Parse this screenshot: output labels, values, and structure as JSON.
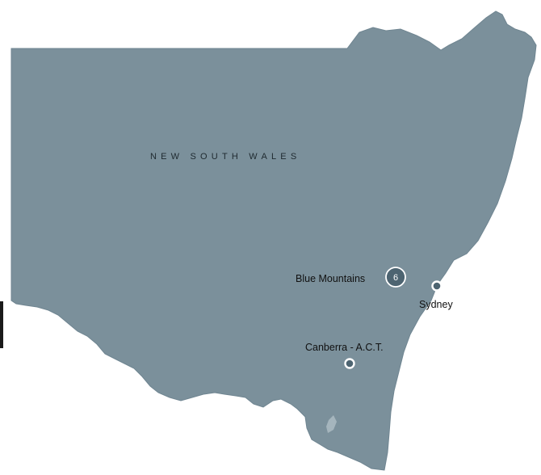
{
  "map": {
    "region_name": "NEW SOUTH WALES",
    "fill_color": "#7b909b",
    "marker_color": "#4d6471",
    "places": {
      "blue_mountains": {
        "label": "Blue Mountains",
        "marker_number": "6"
      },
      "sydney": {
        "label": "Sydney"
      },
      "canberra": {
        "label": "Canberra - A.C.T."
      }
    }
  }
}
